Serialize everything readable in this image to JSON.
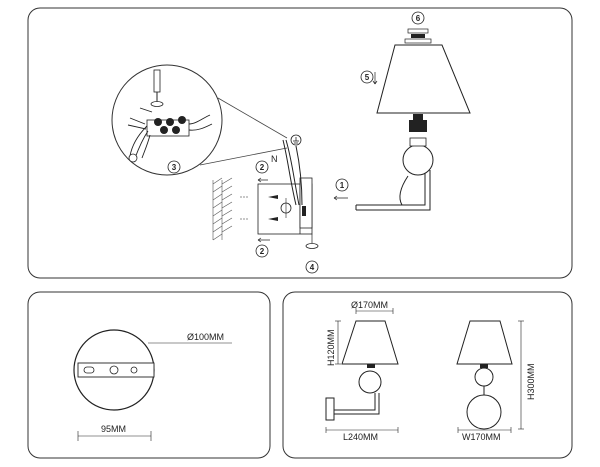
{
  "install_panel": {
    "steps": [
      "1",
      "2",
      "2",
      "3",
      "4",
      "5",
      "6"
    ]
  },
  "mount_panel": {
    "diameter_label": "Ø100MM",
    "hole_spacing_label": "95MM"
  },
  "dimension_panel": {
    "shade_diameter_label": "Ø170MM",
    "shade_height_label": "H120MM",
    "depth_label": "L240MM",
    "total_height_label": "H300MM",
    "width_label": "W170MM"
  }
}
